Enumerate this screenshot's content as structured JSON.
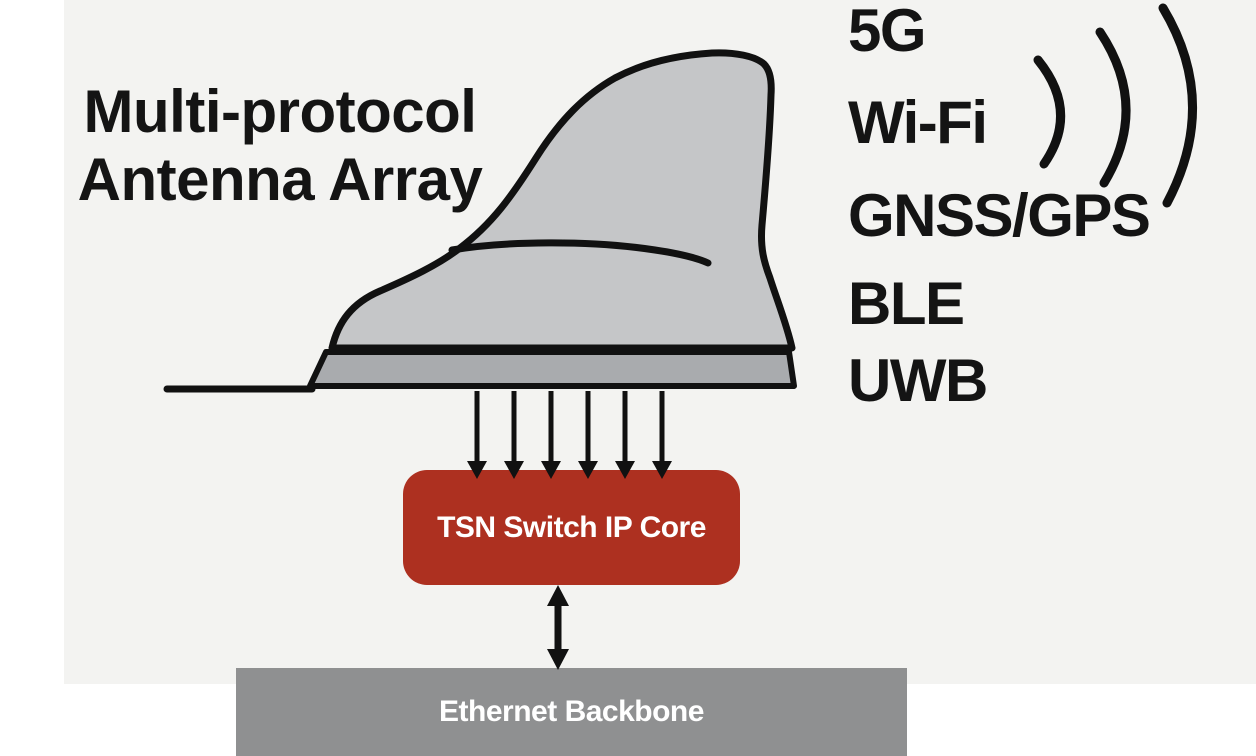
{
  "antenna": {
    "label_line1": "Multi-protocol",
    "label_line2": "Antenna Array"
  },
  "protocols": {
    "items": [
      "5G",
      "Wi-Fi",
      "GNSS/GPS",
      "BLE",
      "UWB"
    ]
  },
  "tsn_switch": {
    "label": "TSN Switch IP Core",
    "color": "#ad3020"
  },
  "ethernet": {
    "label": "Ethernet Backbone",
    "color": "#8f9091"
  },
  "colors": {
    "background": "#f3f3f1",
    "antenna_fill": "#c5c6c8",
    "antenna_base_fill": "#a9abae",
    "outline": "#111111",
    "label_text": "#141414",
    "box_text": "#ffffff"
  },
  "icons": {
    "signal_waves": "three-arcs-right"
  }
}
